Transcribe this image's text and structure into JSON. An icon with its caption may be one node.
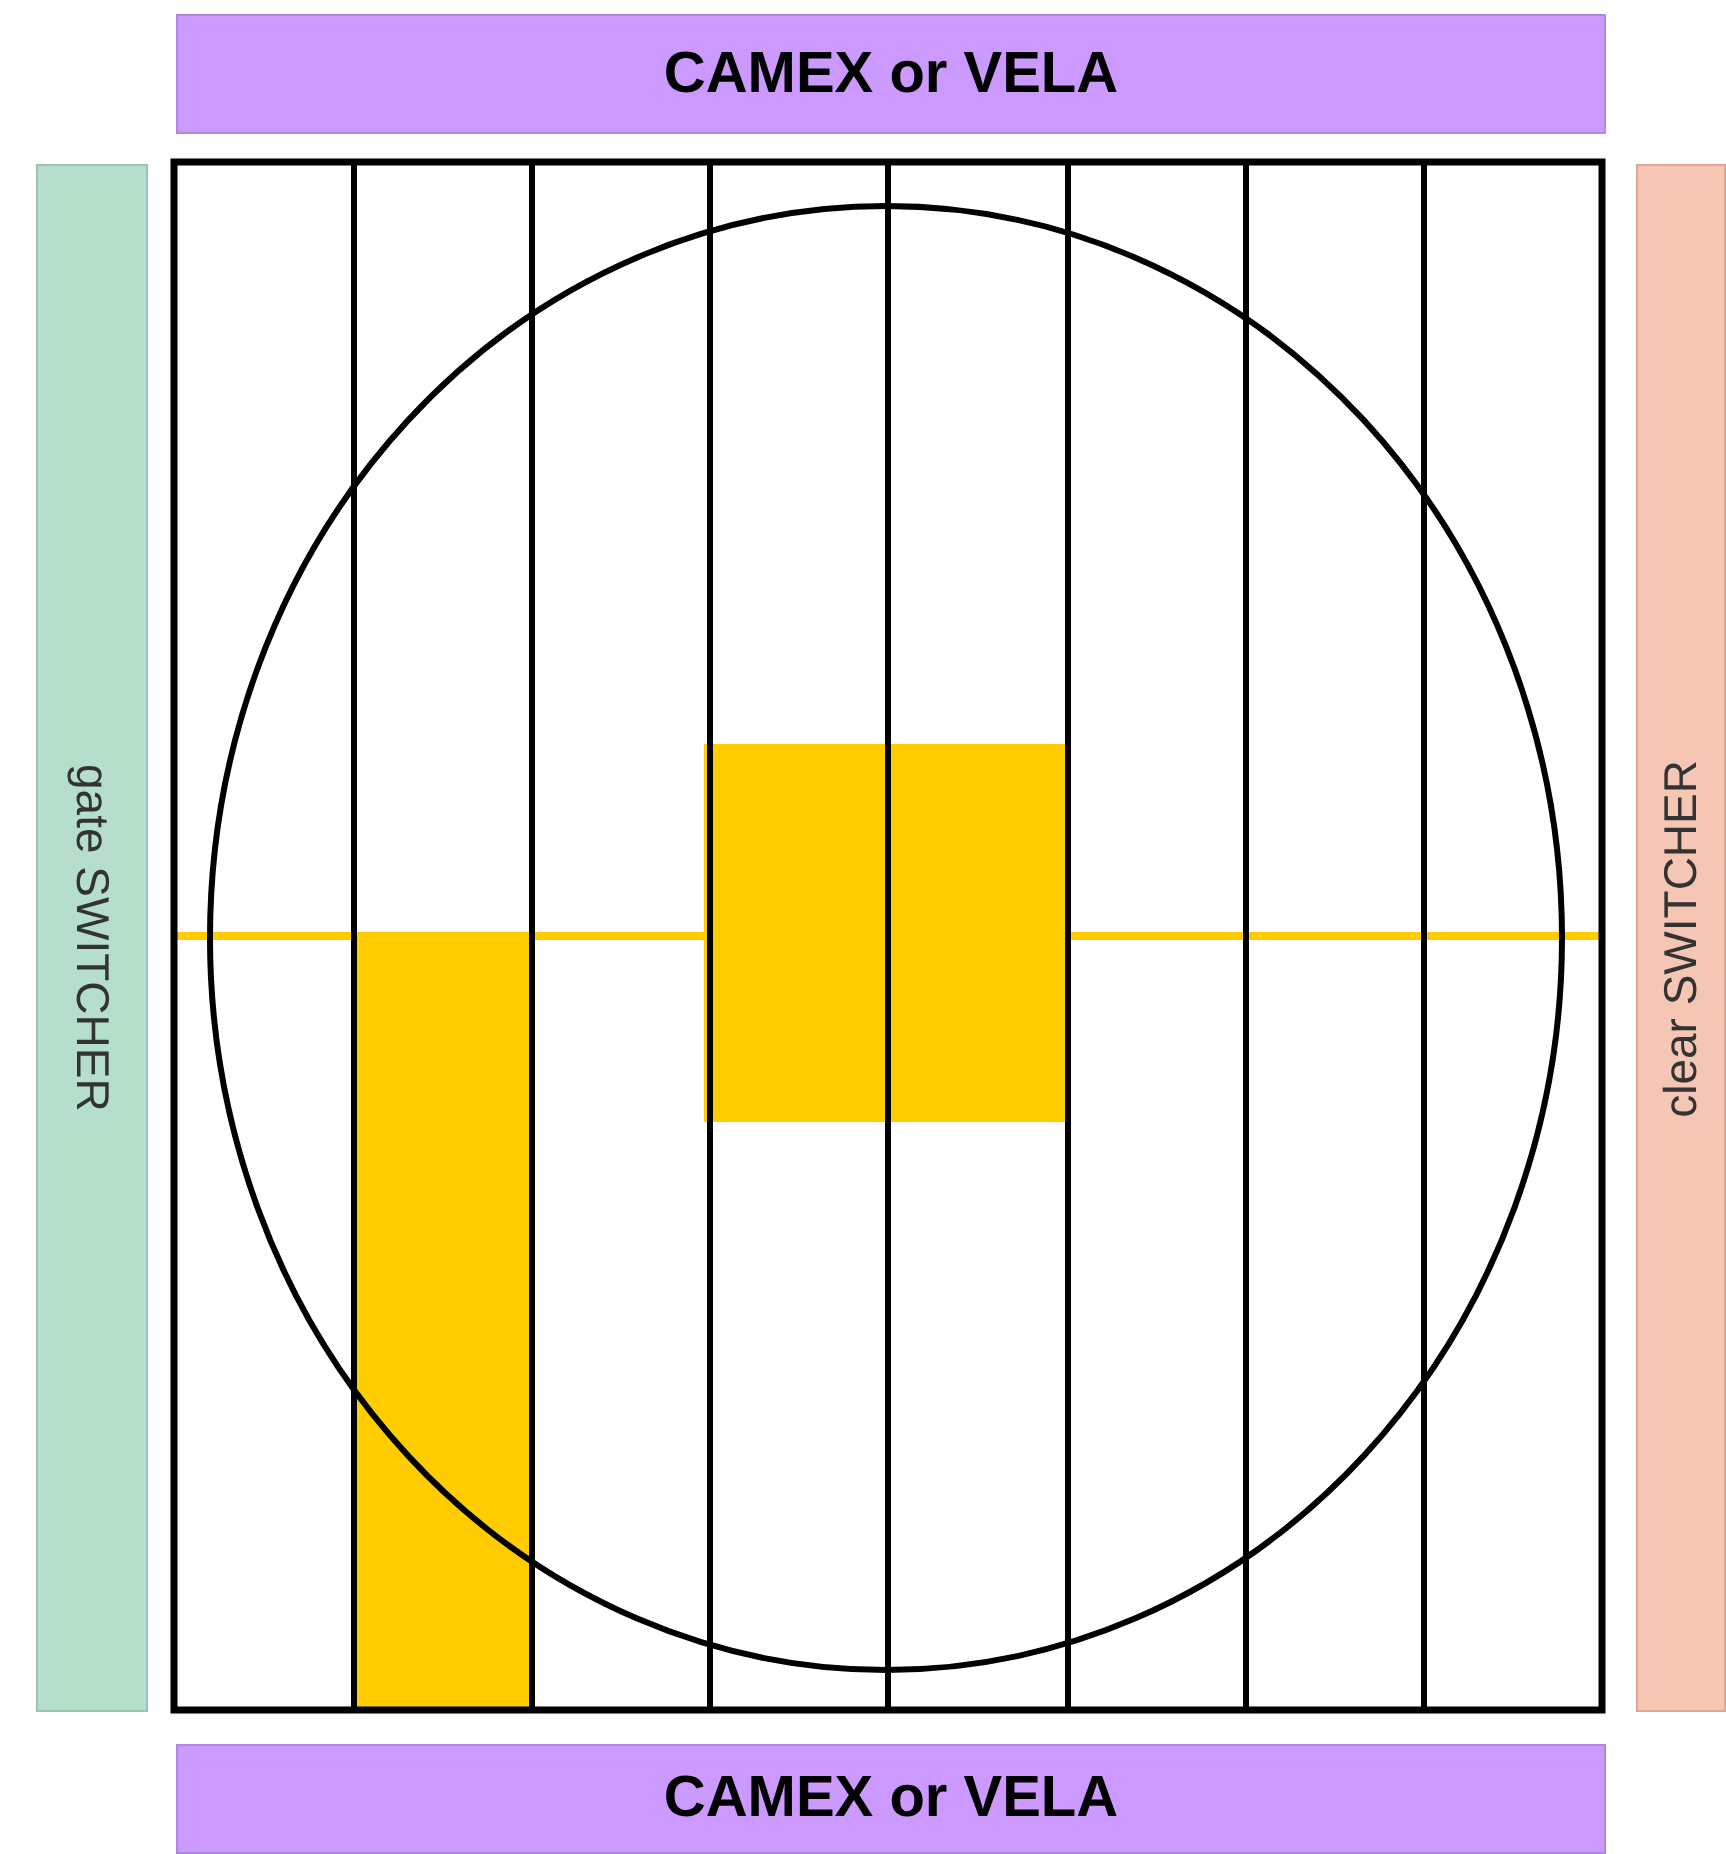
{
  "diagram": {
    "nodes": [
      {
        "text": [
          "CAMEX or VELA"
        ]
      },
      {
        "text": [
          "gate SWITCHER"
        ]
      },
      {
        "text": [
          "clear SWITCHER"
        ]
      },
      {
        "text": [
          "CAMEX or VELA"
        ]
      }
    ]
  }
}
